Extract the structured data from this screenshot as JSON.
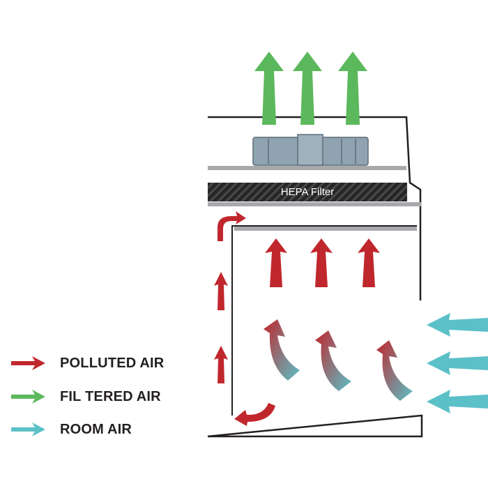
{
  "filter": {
    "label": "HEPA Filter"
  },
  "legend": [
    {
      "label": "POLLUTED AIR",
      "color": "#c0272d"
    },
    {
      "label": "FIL TERED AIR",
      "color": "#5cb85c"
    },
    {
      "label": "ROOM AIR",
      "color": "#5bc0c8"
    }
  ],
  "colors": {
    "polluted": "#c0272d",
    "filtered": "#5cb85c",
    "room": "#5bc0c8",
    "outline": "#231f20",
    "shelf": "#a7a9ac",
    "filter_body": "#2b2b2b",
    "fan": "#8fa3b0"
  }
}
